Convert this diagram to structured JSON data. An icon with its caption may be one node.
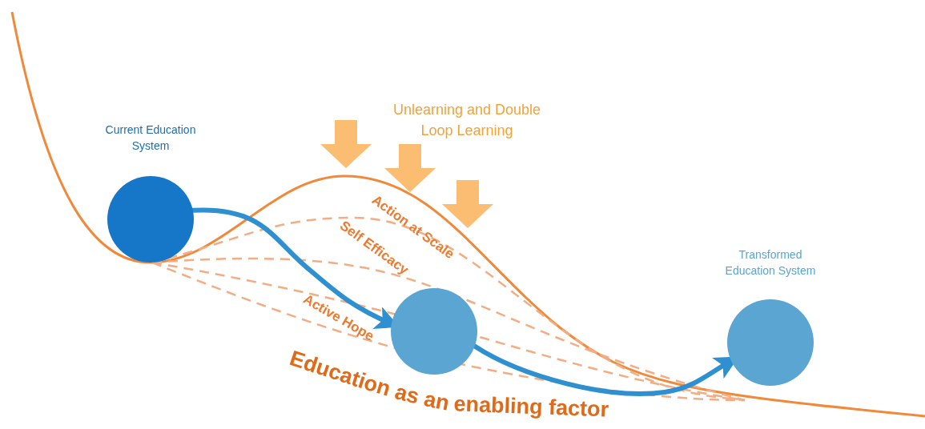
{
  "diagram": {
    "nodes": [
      {
        "text": [],
        "shape": "circle",
        "beside": [
          "Current Education System"
        ]
      },
      {
        "text": [],
        "shape": "circle"
      },
      {
        "text": [],
        "shape": "circle",
        "beside": [
          "Transformed Education System"
        ]
      }
    ],
    "edges": [
      {
        "from": 0,
        "to": 1,
        "arrow": "to"
      },
      {
        "from": 1,
        "to": 2,
        "arrow": "to"
      }
    ],
    "labels": [
      "Unlearning and Double Loop Learning",
      "Action at Scale",
      "Self Efficacy",
      "Active Hope",
      "Education as an enabling factor"
    ]
  }
}
